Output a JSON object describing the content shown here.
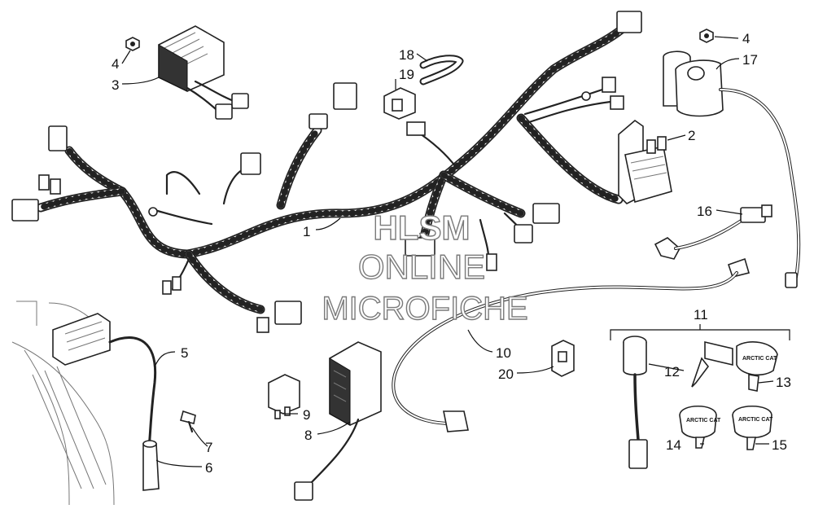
{
  "callouts": {
    "c1": "1",
    "c2": "2",
    "c3": "3",
    "c4a": "4",
    "c4b": "4",
    "c5": "5",
    "c6": "6",
    "c7": "7",
    "c8": "8",
    "c9": "9",
    "c10": "10",
    "c11": "11",
    "c12": "12",
    "c13": "13",
    "c14": "14",
    "c15": "15",
    "c16": "16",
    "c17": "17",
    "c18": "18",
    "c19": "19",
    "c20": "20"
  },
  "watermark": {
    "line1": "HLSM",
    "line2": "ONLINE",
    "line3": "MICROFICHE"
  },
  "key_logo": "ARCTIC CAT"
}
